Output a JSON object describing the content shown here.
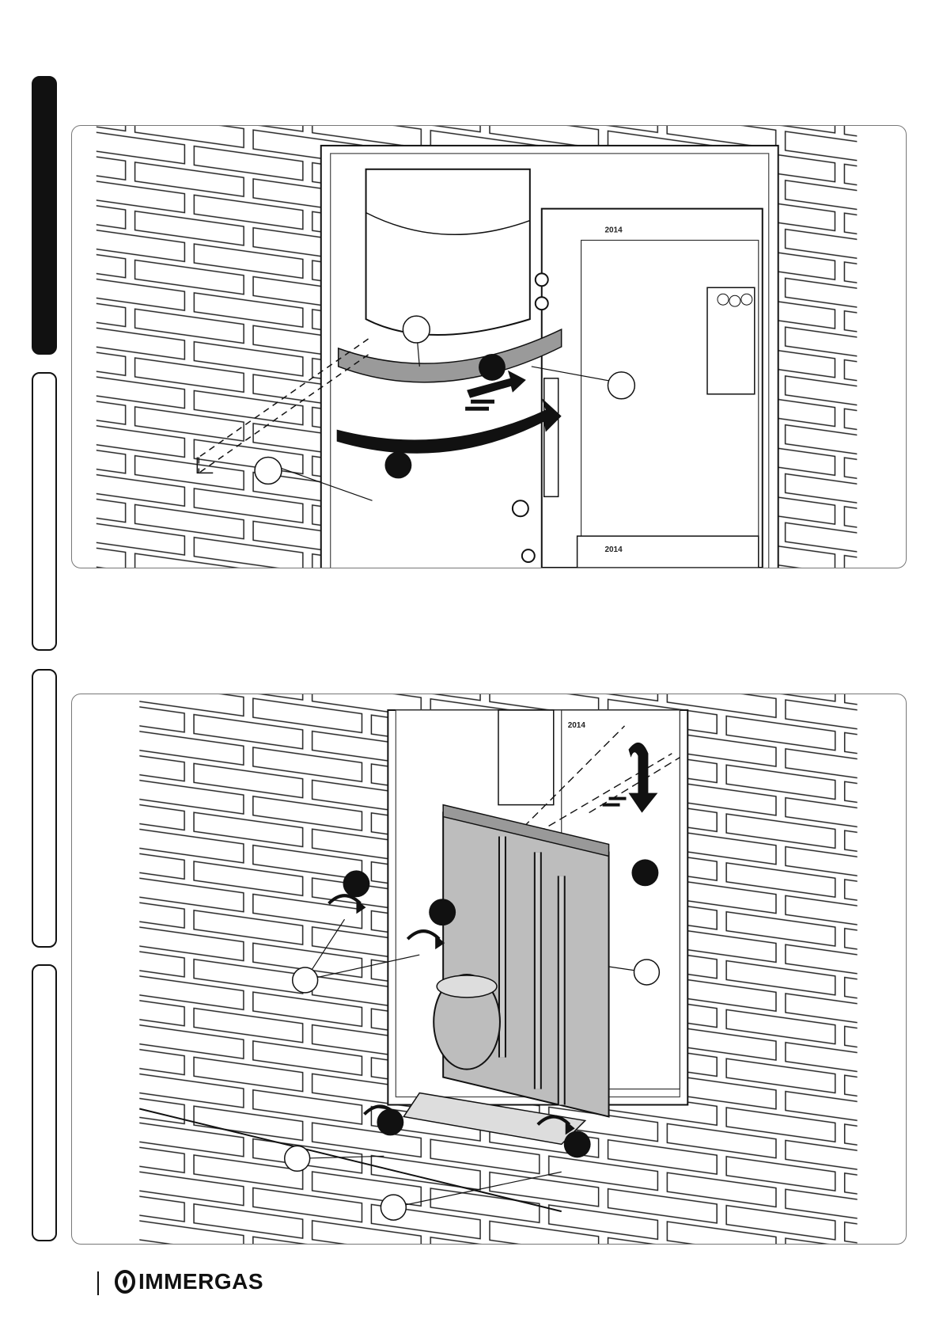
{
  "sidebar": {
    "tabs": [
      {
        "id": "tab-1",
        "active": true
      },
      {
        "id": "tab-2",
        "active": false
      },
      {
        "id": "tab-3",
        "active": false
      },
      {
        "id": "tab-4",
        "active": false
      }
    ]
  },
  "figure_1": {
    "frame_stamps": [
      "2014",
      "2014"
    ]
  },
  "figure_2": {
    "frame_stamps": [
      "2014"
    ]
  },
  "footer": {
    "brand": "IMMERGAS"
  },
  "colors": {
    "ink": "#111111",
    "panel_border": "#777777",
    "strap_fill": "#9a9a9a",
    "module_fill": "#bdbdbd",
    "callout_fill": "#111111"
  }
}
